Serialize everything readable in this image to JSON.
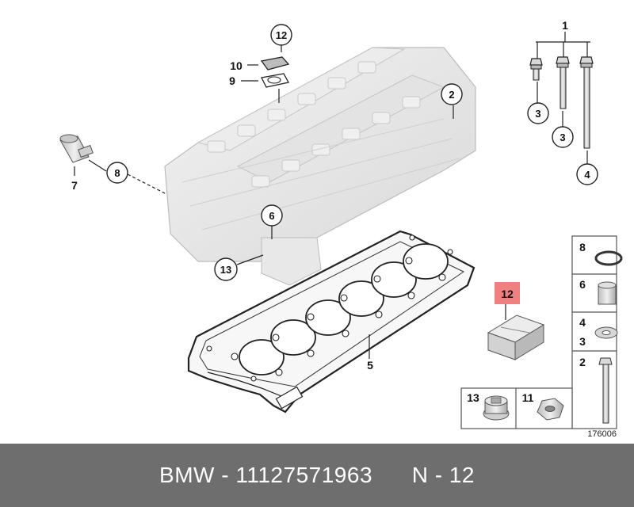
{
  "diagram": {
    "diagram_id": "176006",
    "callouts": [
      "1",
      "2",
      "3",
      "3",
      "4",
      "5",
      "6",
      "7",
      "8",
      "9",
      "10",
      "11",
      "12",
      "13"
    ],
    "highlighted_callout": "12",
    "legend": [
      {
        "numbers": [
          "8"
        ],
        "part": "o-ring"
      },
      {
        "numbers": [
          "6"
        ],
        "part": "sleeve"
      },
      {
        "numbers": [
          "4",
          "3"
        ],
        "part": "washer"
      },
      {
        "numbers": [
          "2"
        ],
        "part": "bolt"
      },
      {
        "numbers": [
          "13"
        ],
        "part": "plug"
      },
      {
        "numbers": [
          "11"
        ],
        "part": "flange-nut"
      }
    ],
    "colors": {
      "line": "#222222",
      "highlight": "#f08080",
      "part_fill": "#e6e6e6",
      "part_shade": "#c8c8c8",
      "footer_bg": "#6e6e6e",
      "footer_text": "#ffffff"
    }
  },
  "footer": {
    "brand": "BMW",
    "separator": " - ",
    "part_number": "11127571963",
    "position": "N - 12"
  }
}
